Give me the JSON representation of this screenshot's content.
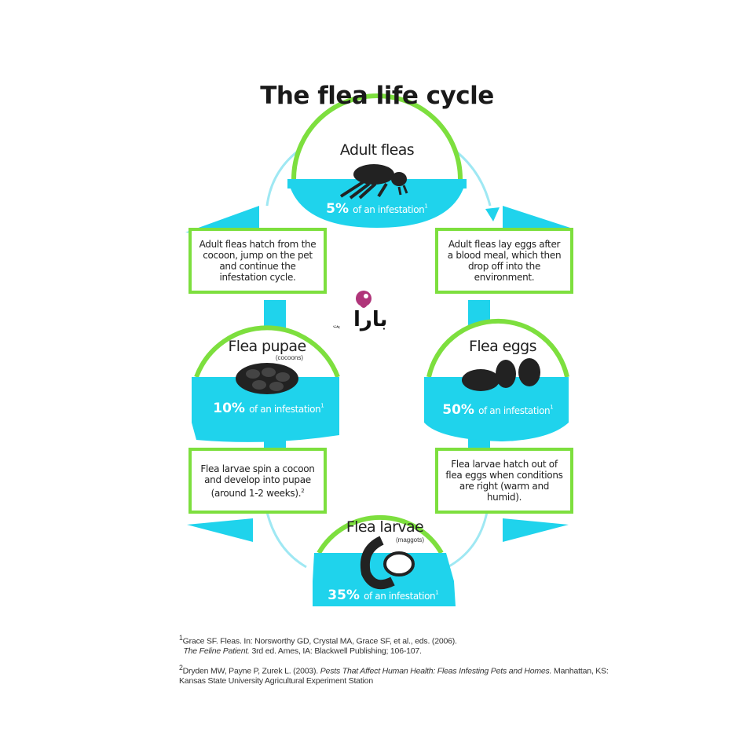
{
  "title": "The flea life cycle",
  "stages": {
    "adult": {
      "name": "Adult fleas",
      "percent": "5%",
      "suffix": "of an infestation",
      "note": "1"
    },
    "eggs": {
      "name": "Flea eggs",
      "percent": "50%",
      "suffix": "of an infestation",
      "note": "1"
    },
    "larvae": {
      "name": "Flea larvae",
      "sub": "(maggots)",
      "percent": "35%",
      "suffix": "of an infestation",
      "note": "1"
    },
    "pupae": {
      "name": "Flea pupae",
      "sub": "(cocoons)",
      "percent": "10%",
      "suffix": "of an infestation",
      "note": "1"
    }
  },
  "transitions": {
    "adult_to_eggs": "Adult fleas lay eggs after a blood meal, which then drop off into the environment.",
    "eggs_to_larvae": "Flea larvae hatch out of flea eggs when conditions are right (warm and humid).",
    "larvae_to_pupae": "Flea larvae spin a cocoon and develop into pupae (around 1-2 weeks).",
    "larvae_to_pupae_note": "2",
    "pupae_to_adult": "Adult fleas hatch from the cocoon, jump on the pet and continue the infestation cycle."
  },
  "references": [
    {
      "num": "1",
      "text": "Grace SF. Fleas. In: Norsworthy GD, Crystal MA, Grace SF, et al., eds. (2006).",
      "title": "The Feline Patient.",
      "rest": " 3rd ed. Ames, IA: Blackwell Publishing; 106-107."
    },
    {
      "num": "2",
      "text": "Dryden MW, Payne P, Zurek L. (2003).",
      "title": "Pests That Affect Human Health: Fleas Infesting Pets and Homes.",
      "rest": " Manhattan, KS: Kansas State University Agricultural Experiment Station"
    }
  ],
  "watermark": {
    "text": "بارا",
    "small": "پت"
  },
  "colors": {
    "cyan": "#1fd3ec",
    "green": "#7ddf3e",
    "arrow": "#8ee6f2",
    "dark": "#1a1a1a"
  }
}
